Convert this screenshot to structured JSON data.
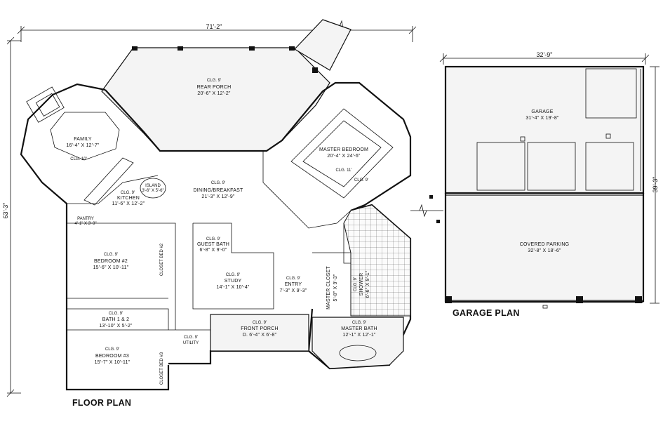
{
  "titles": {
    "floor_plan": "FLOOR PLAN",
    "garage_plan": "GARAGE PLAN"
  },
  "dimensions": {
    "overall_width": "71'-2\"",
    "overall_depth": "63'-3\"",
    "garage_width": "32'-9\"",
    "garage_depth": "39'-3\""
  },
  "rooms": {
    "rear_porch": {
      "ceiling": "CLG. 9'",
      "name": "REAR PORCH",
      "size": "20'-6\" X 12'-2\""
    },
    "family": {
      "name": "FAMILY",
      "size": "16'-4\" X 12'-7\"",
      "ceiling": "CLG. 10'"
    },
    "master_bedroom": {
      "name": "MASTER BEDROOM",
      "size": "20'-4\" X 24'-6\"",
      "ceiling1": "CLG. 11'",
      "ceiling2": "CLG. 9'"
    },
    "kitchen": {
      "ceiling": "CLG. 9'",
      "name": "KITCHEN",
      "size": "11'-6\" X 12'-2\""
    },
    "island": {
      "name": "ISLAND",
      "size": "3'-6\" X 5'-6\""
    },
    "dining": {
      "ceiling": "CLG. 9'",
      "name": "DINING/BREAKFAST",
      "size": "21'-3\" X 12'-9\""
    },
    "pantry": {
      "name": "PANTRY",
      "size": "4'-1\" X 3'-9\""
    },
    "bedroom2": {
      "ceiling": "CLG. 9'",
      "name": "BEDROOM #2",
      "size": "15'-6\" X 10'-11\""
    },
    "closet_bed2": "CLOSET BED #2",
    "guest_bath": {
      "ceiling": "CLG. 9'",
      "name": "GUEST BATH",
      "size": "6'-8\" X 9'-0\""
    },
    "study": {
      "ceiling": "CLG. 9'",
      "name": "STUDY",
      "size": "14'-1\" X 10'-4\""
    },
    "entry": {
      "ceiling": "CLG. 9'",
      "name": "ENTRY",
      "size": "7'-3\" X 9'-3\""
    },
    "master_closet": {
      "name": "MASTER CLOSET",
      "size": "5'-8\" X 9'-3\""
    },
    "shower": {
      "ceiling": "CLG. 9'",
      "name": "SHOWER",
      "size": "6'-6\" X 9'-1\""
    },
    "bath12": {
      "ceiling": "CLG. 9'",
      "name": "BATH 1 & 2",
      "size": "13'-10\" X 5'-2\""
    },
    "utility": {
      "ceiling": "CLG. 9'",
      "name": "UTILITY"
    },
    "front_porch": {
      "ceiling": "CLG. 9'",
      "name": "FRONT PORCH",
      "size": "D. 6'-4\" X 6'-8\""
    },
    "master_bath": {
      "ceiling": "CLG. 9'",
      "name": "MASTER BATH",
      "size": "12'-1\" X 12'-1\""
    },
    "bedroom3": {
      "ceiling": "CLG. 9'",
      "name": "BEDROOM #3",
      "size": "15'-7\" X 10'-11\""
    },
    "closet_bed3": "CLOSET BED #3",
    "garage": {
      "name": "GARAGE",
      "size": "31'-4\" X 19'-8\""
    },
    "covered_parking": {
      "name": "COVERED PARKING",
      "size": "32'-8\" X 18'-6\""
    }
  }
}
